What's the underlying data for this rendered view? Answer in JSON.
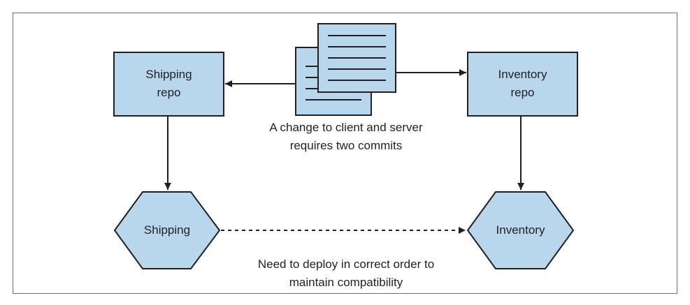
{
  "nodes": {
    "shipping_repo": "Shipping\nrepo",
    "inventory_repo": "Inventory\nrepo",
    "shipping_service": "Shipping",
    "inventory_service": "Inventory"
  },
  "captions": {
    "commits": "A change to client and server\nrequires two commits",
    "deploy": "Need to deploy in correct order to\nmaintain compatibility"
  },
  "icons": {
    "documents": "stacked-documents-icon"
  },
  "colors": {
    "node_fill": "#b9d7ec",
    "stroke": "#231f20",
    "frame": "#6d6e71"
  }
}
